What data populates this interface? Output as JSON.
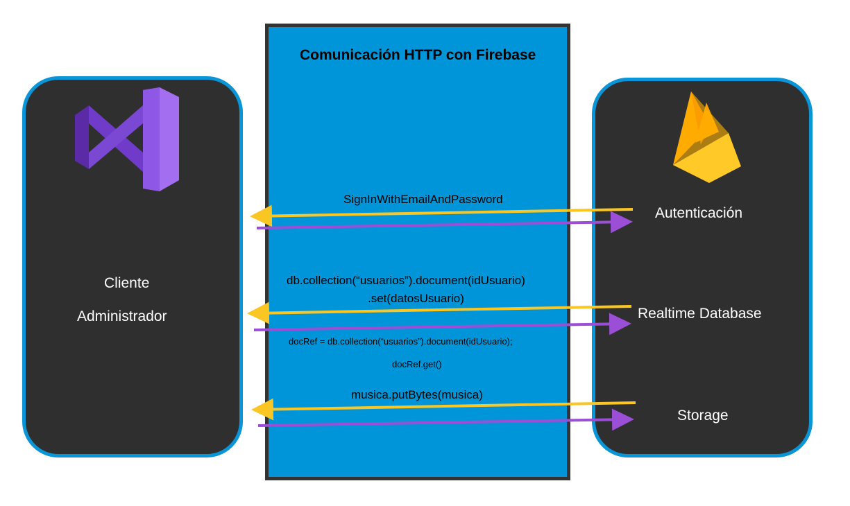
{
  "center": {
    "title": "Comunicación HTTP con Firebase",
    "labels": {
      "auth_call": "SignInWithEmailAndPassword",
      "db_set_line1": "db.collection(“usuarios”).document(idUsuario)",
      "db_set_line2": ".set(datosUsuario)",
      "db_get_line1": "docRef = db.collection(“usuarios”).document(idUsuario);",
      "db_get_line2": "docRef.get()",
      "storage_call": "musica.putBytes(musica)"
    }
  },
  "client": {
    "line1": "Cliente",
    "line2": "Administrador",
    "icon": "visual-studio-icon"
  },
  "firebase": {
    "icon": "firebase-icon",
    "services": [
      "Autenticación",
      "Realtime Database",
      "Storage"
    ]
  },
  "colors": {
    "center_fill": "#0095d8",
    "panel_fill": "#2f2f2f",
    "panel_border": "#0a95d8",
    "response_arrow": "#f9c623",
    "request_arrow": "#9b4fd6"
  }
}
